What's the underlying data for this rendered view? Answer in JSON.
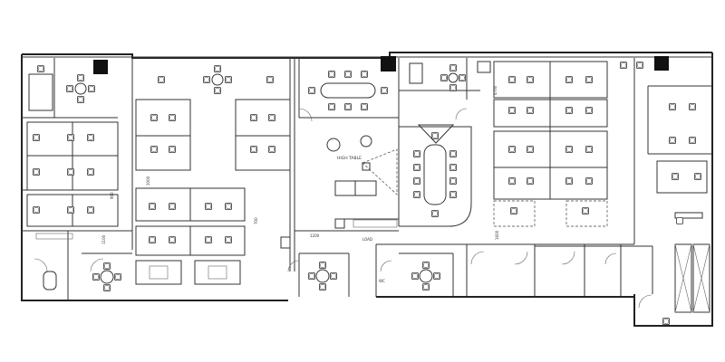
{
  "plan": {
    "labels": {
      "high_table": "HIGH TABLE",
      "dim_1200": "1200",
      "dim_1100": "1100",
      "dim_1000": "1000",
      "dim_900": "900",
      "dim_700": "700",
      "dim_4700": "4700",
      "dim_1600": "1600",
      "load": "LOAD",
      "wc": "WC"
    }
  }
}
